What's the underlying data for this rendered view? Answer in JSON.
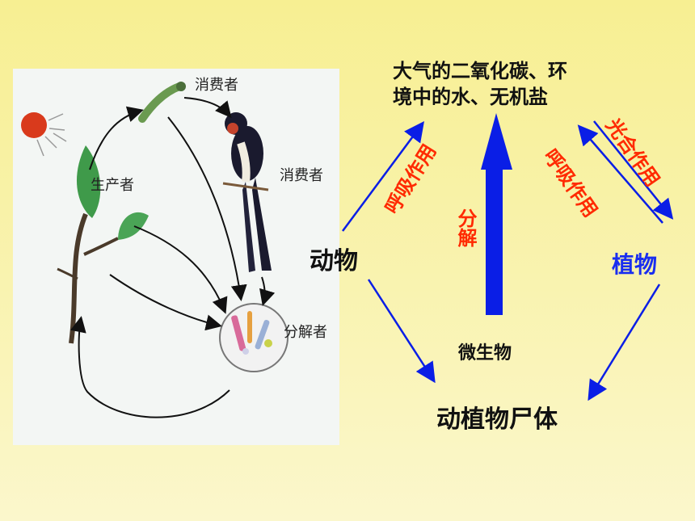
{
  "left_panel": {
    "consumer1": "消费者",
    "consumer2": "消费者",
    "producer": "生产者",
    "decomposer": "分解者"
  },
  "right_diagram": {
    "top_line1": "大气的二氧化碳、环",
    "top_line2": "境中的水、无机盐",
    "animal": "动物",
    "plant": "植物",
    "microbe": "微生物",
    "bodies": "动植物尸体",
    "animal_respiration": "呼吸作用",
    "decompose": "分解",
    "plant_respiration": "呼吸作用",
    "photosynthesis": "光合作用"
  },
  "colors": {
    "arrow_blue": "#0a1ee6",
    "label_red": "#ff2a00",
    "plant_blue": "#1a2ef0"
  }
}
